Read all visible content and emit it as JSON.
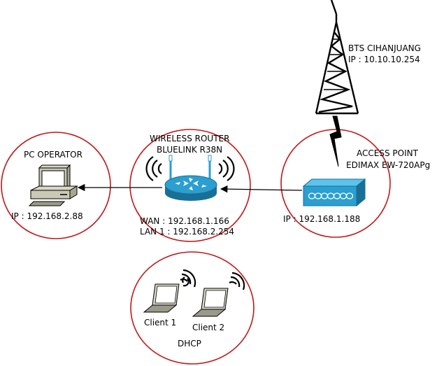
{
  "tower": {
    "name": "BTS CIHANJUANG",
    "ip": "IP : 10.10.10.254"
  },
  "access_point": {
    "line1": "ACCESS POINT",
    "line2": "EDIMAX EW-720APg",
    "ip": "IP : 192.168.1.188"
  },
  "router": {
    "line1": "WIRELESS ROUTER",
    "line2": "BLUELINK R38N",
    "wan": "WAN : 192.168.1.166",
    "lan": "LAN 1 : 192.168.2.254"
  },
  "pc": {
    "name": "PC OPERATOR",
    "ip": "IP : 192.168.2.88"
  },
  "clients": {
    "client1": "Client 1",
    "client2": "Client 2",
    "dhcp": "DHCP"
  },
  "colors": {
    "circle": "#c01818",
    "device_blue": "#2a9fd0",
    "device_blue_dark": "#1a6f96"
  }
}
